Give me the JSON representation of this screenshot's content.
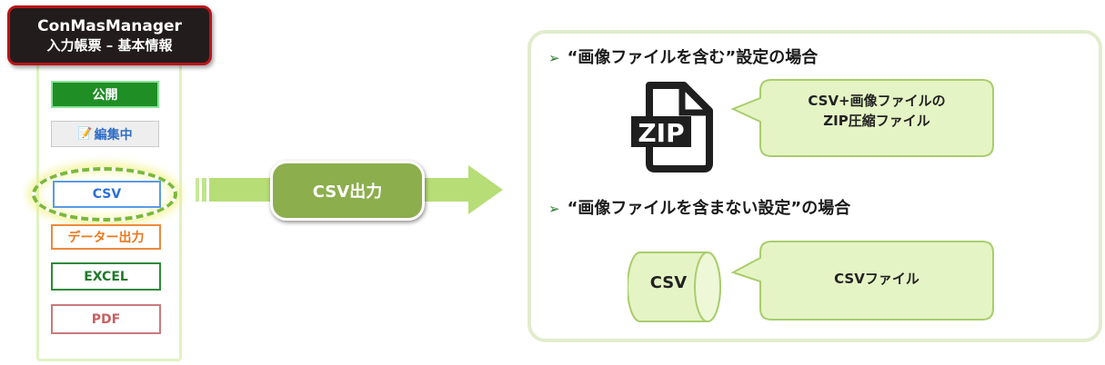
{
  "left_panel": {
    "title_line1": "ConMasManager",
    "title_line2": "入力帳票 – 基本情報",
    "buttons": {
      "public": "公開",
      "editing": "編集中",
      "csv": "CSV",
      "data_output": "データー出力",
      "excel": "EXCEL",
      "pdf": "PDF"
    }
  },
  "arrow": {
    "label": "CSV出力"
  },
  "right_panel": {
    "bullet": "➢",
    "heading_with_images": "“画像ファイルを含む”設定の場合",
    "bubble_with_images_line1": "CSV+画像ファイルの",
    "bubble_with_images_line2": "ZIP圧縮ファイル",
    "zip_icon_text": "ZIP",
    "heading_without_images": "“画像ファイルを含まない設定”の場合",
    "cylinder_label": "CSV",
    "bubble_without_images": "CSVファイル"
  },
  "colors": {
    "title_bg": "#231c1c",
    "title_border": "#b8141a",
    "public_green": "#1f8f25",
    "arrow_green": "#b7dd76",
    "csv_output_bg": "#8cae4d",
    "bubble_fill": "#e5f4c4",
    "panel_border": "#e1eccd"
  },
  "icons": [
    "pencil-icon",
    "zip-file-icon",
    "cylinder-icon",
    "bullet-arrow-icon"
  ]
}
